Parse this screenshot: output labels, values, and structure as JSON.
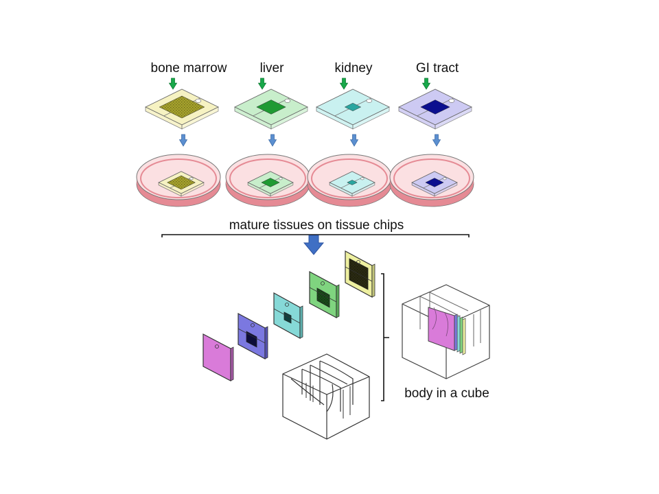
{
  "organs": [
    {
      "label": "bone marrow",
      "chip_color": "#f6f2c2",
      "tissue_color": "#a6a22c"
    },
    {
      "label": "liver",
      "chip_color": "#c8eecb",
      "tissue_color": "#1f9a33"
    },
    {
      "label": "kidney",
      "chip_color": "#c9f1f0",
      "tissue_color": "#2aa6a0"
    },
    {
      "label": "GI tract",
      "chip_color": "#cdcaf3",
      "tissue_color": "#0b0f8f"
    }
  ],
  "captions": {
    "mature_tissues": "mature tissues on tissue chips",
    "body_in_cube": "body in a cube"
  },
  "colors": {
    "green_arrow": "#18a84a",
    "blue_arrow": "#5b8fd0",
    "big_arrow": "#3f6fc4",
    "dish_wall": "#e58a94",
    "dish_fill": "#fbe0e2",
    "pink_plate": "#d97bd9",
    "yellow_plate": "#eef0a0",
    "green_plate": "#7fd47f",
    "cyan_plate": "#86d9d7",
    "purple_plate": "#7b78e0"
  },
  "icons": [
    "down-arrow-icon",
    "petri-dish-icon",
    "tissue-chip-icon",
    "cube-housing-icon"
  ]
}
